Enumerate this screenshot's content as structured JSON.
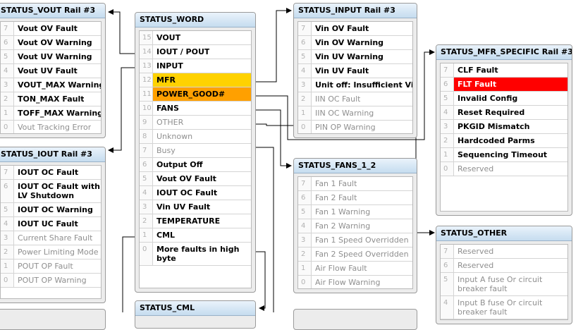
{
  "panels": {
    "vout": {
      "title": "STATUS_VOUT Rail #3",
      "rows": [
        {
          "bit": "7",
          "label": "Vout OV Fault",
          "active": true
        },
        {
          "bit": "6",
          "label": "Vout OV Warning",
          "active": true
        },
        {
          "bit": "5",
          "label": "Vout UV Warning",
          "active": true
        },
        {
          "bit": "4",
          "label": "Vout UV Fault",
          "active": true
        },
        {
          "bit": "3",
          "label": "VOUT_MAX Warning",
          "active": true
        },
        {
          "bit": "2",
          "label": "TON_MAX Fault",
          "active": true
        },
        {
          "bit": "1",
          "label": "TOFF_MAX Warning",
          "active": true
        },
        {
          "bit": "0",
          "label": "Vout Tracking Error",
          "active": false
        }
      ]
    },
    "iout": {
      "title": "STATUS_IOUT Rail #3",
      "rows": [
        {
          "bit": "7",
          "label": "IOUT OC Fault",
          "active": true
        },
        {
          "bit": "6",
          "label": "IOUT OC Fault with LV Shutdown",
          "active": true
        },
        {
          "bit": "5",
          "label": "IOUT OC Warning",
          "active": true
        },
        {
          "bit": "4",
          "label": "IOUT UC Fault",
          "active": true
        },
        {
          "bit": "3",
          "label": "Current Share Fault",
          "active": false
        },
        {
          "bit": "2",
          "label": "Power Limiting Mode",
          "active": false
        },
        {
          "bit": "1",
          "label": "POUT OP Fault",
          "active": false
        },
        {
          "bit": "0",
          "label": "POUT OP Warning",
          "active": false
        }
      ]
    },
    "word": {
      "title": "STATUS_WORD",
      "rows": [
        {
          "bit": "15",
          "label": "VOUT",
          "active": true
        },
        {
          "bit": "14",
          "label": "IOUT / POUT",
          "active": true
        },
        {
          "bit": "13",
          "label": "INPUT",
          "active": true
        },
        {
          "bit": "12",
          "label": "MFR",
          "active": true
        },
        {
          "bit": "11",
          "label": "POWER_GOOD#",
          "active": true
        },
        {
          "bit": "10",
          "label": "FANS",
          "active": true
        },
        {
          "bit": "9",
          "label": "OTHER",
          "active": false
        },
        {
          "bit": "8",
          "label": "Unknown",
          "active": false
        },
        {
          "bit": "7",
          "label": "Busy",
          "active": false
        },
        {
          "bit": "6",
          "label": "Output Off",
          "active": true
        },
        {
          "bit": "5",
          "label": "Vout OV Fault",
          "active": true
        },
        {
          "bit": "4",
          "label": "IOUT OC Fault",
          "active": true
        },
        {
          "bit": "3",
          "label": "Vin UV Fault",
          "active": true
        },
        {
          "bit": "2",
          "label": "TEMPERATURE",
          "active": true
        },
        {
          "bit": "1",
          "label": "CML",
          "active": true
        },
        {
          "bit": "0",
          "label": "More faults in high byte",
          "active": true
        }
      ]
    },
    "input": {
      "title": "STATUS_INPUT Rail #3",
      "rows": [
        {
          "bit": "7",
          "label": "Vin OV Fault",
          "active": true
        },
        {
          "bit": "6",
          "label": "Vin OV Warning",
          "active": true
        },
        {
          "bit": "5",
          "label": "Vin UV Warning",
          "active": true
        },
        {
          "bit": "4",
          "label": "Vin UV Fault",
          "active": true
        },
        {
          "bit": "3",
          "label": "Unit off: Insufficient Vin",
          "active": true
        },
        {
          "bit": "2",
          "label": "IIN OC Fault",
          "active": false
        },
        {
          "bit": "1",
          "label": "IIN OC Warning",
          "active": false
        },
        {
          "bit": "0",
          "label": "PIN OP Warning",
          "active": false
        }
      ]
    },
    "fans": {
      "title": "STATUS_FANS_1_2",
      "rows": [
        {
          "bit": "7",
          "label": "Fan 1 Fault",
          "active": false
        },
        {
          "bit": "6",
          "label": "Fan 2 Fault",
          "active": false
        },
        {
          "bit": "5",
          "label": "Fan 1 Warning",
          "active": false
        },
        {
          "bit": "4",
          "label": "Fan 2 Warning",
          "active": false
        },
        {
          "bit": "3",
          "label": "Fan 1 Speed Overridden",
          "active": false
        },
        {
          "bit": "2",
          "label": "Fan 2 Speed Overridden",
          "active": false
        },
        {
          "bit": "1",
          "label": "Air Flow Fault",
          "active": false
        },
        {
          "bit": "0",
          "label": "Air Flow Warning",
          "active": false
        }
      ]
    },
    "mfr": {
      "title": "STATUS_MFR_SPECIFIC Rail #3",
      "rows": [
        {
          "bit": "7",
          "label": "CLF Fault",
          "active": true
        },
        {
          "bit": "6",
          "label": "FLT Fault",
          "active": true
        },
        {
          "bit": "5",
          "label": "Invalid Config",
          "active": true
        },
        {
          "bit": "4",
          "label": "Reset Required",
          "active": true
        },
        {
          "bit": "3",
          "label": "PKGID Mismatch",
          "active": true
        },
        {
          "bit": "2",
          "label": "Hardcoded Parms",
          "active": true
        },
        {
          "bit": "1",
          "label": "Sequencing Timeout",
          "active": true
        },
        {
          "bit": "0",
          "label": "Reserved",
          "active": false
        }
      ]
    },
    "other": {
      "title": "STATUS_OTHER",
      "rows": [
        {
          "bit": "7",
          "label": "Reserved",
          "active": false
        },
        {
          "bit": "6",
          "label": "Reserved",
          "active": false
        },
        {
          "bit": "5",
          "label": "Input A fuse Or circuit breaker fault",
          "active": false
        },
        {
          "bit": "4",
          "label": "Input B fuse Or circuit breaker fault",
          "active": false
        }
      ]
    },
    "cml": {
      "title": "STATUS_CML"
    }
  },
  "colors": {
    "mfr_highlight": "#ffd200",
    "power_good_highlight": "#ffa000",
    "flt_fault_highlight": "#ff0000"
  }
}
